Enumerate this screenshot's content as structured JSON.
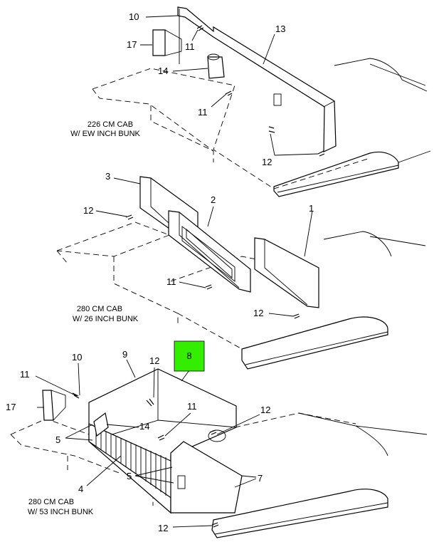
{
  "highlight_color": "#33ee00",
  "captions": {
    "top_line1": "226 CM CAB",
    "top_line2": "W/ EW INCH BUNK",
    "mid_line1": "280 CM CAB",
    "mid_line2": "W/ 26 INCH BUNK",
    "bot_line1": "280 CM CAB",
    "bot_line2": "W/ 53 INCH BUNK"
  },
  "callouts": {
    "top": {
      "c10": "10",
      "c17": "17",
      "c11a": "11",
      "c13": "13",
      "c14": "14",
      "c11b": "11",
      "c12": "12"
    },
    "mid": {
      "c3": "3",
      "c2": "2",
      "c1": "1",
      "c12a": "12",
      "c11": "11",
      "c12b": "12"
    },
    "bot": {
      "c8": "8",
      "c10": "10",
      "c9": "9",
      "c12a": "12",
      "c11a": "11",
      "c17": "17",
      "c11b": "11",
      "c12b": "12",
      "c5a": "5",
      "c14": "14",
      "c4": "4",
      "c5b": "5",
      "c7": "7",
      "c12c": "12"
    }
  }
}
